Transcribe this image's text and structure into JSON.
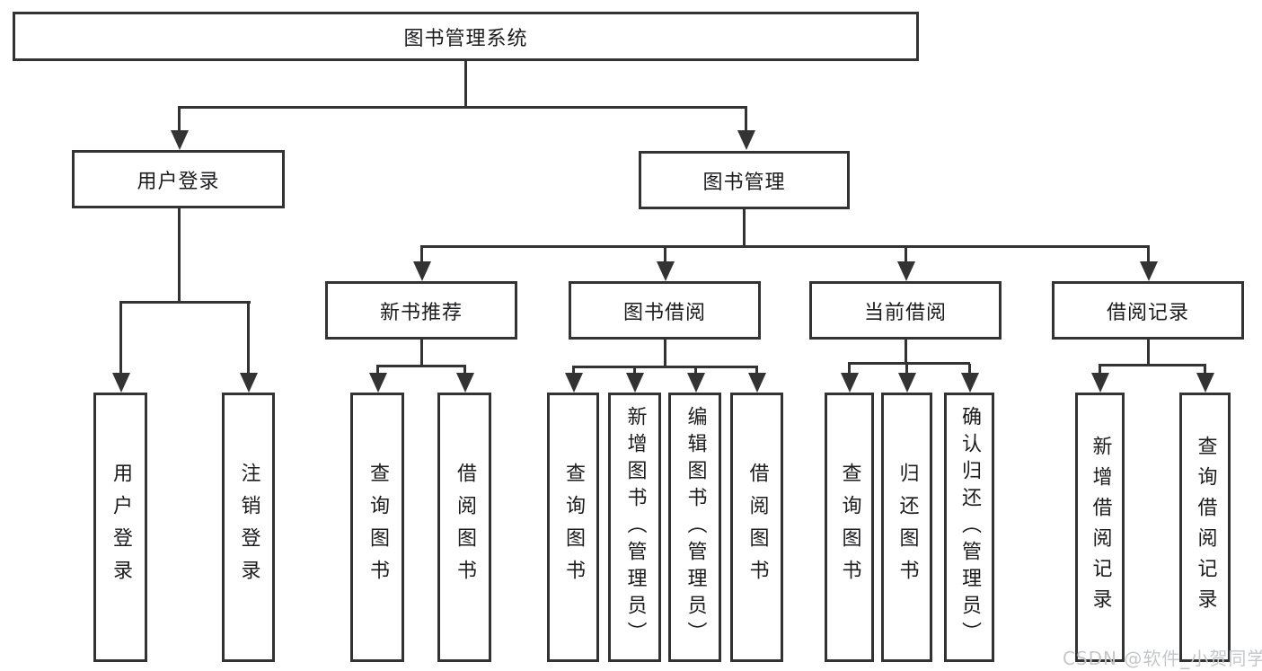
{
  "diagram": {
    "root": {
      "label": "图书管理系统"
    },
    "branches": [
      {
        "label": "用户登录",
        "children": [
          {
            "label": "用户登录"
          },
          {
            "label": "注销登录"
          }
        ]
      },
      {
        "label": "图书管理",
        "children": [
          {
            "label": "新书推荐",
            "children": [
              {
                "label": "查询图书"
              },
              {
                "label": "借阅图书"
              }
            ]
          },
          {
            "label": "图书借阅",
            "children": [
              {
                "label": "查询图书"
              },
              {
                "label": "新增图书（管理员）"
              },
              {
                "label": "编辑图书（管理员）"
              },
              {
                "label": "借阅图书"
              }
            ]
          },
          {
            "label": "当前借阅",
            "children": [
              {
                "label": "查询图书"
              },
              {
                "label": "归还图书"
              },
              {
                "label": "确认归还（管理员）"
              }
            ]
          },
          {
            "label": "借阅记录",
            "children": [
              {
                "label": "新增借阅记录"
              },
              {
                "label": "查询借阅记录"
              }
            ]
          }
        ]
      }
    ]
  },
  "watermark": {
    "text": "CSDN @软件_小贺同学"
  },
  "colors": {
    "line": "#333333",
    "text": "#1c1c1e",
    "watermark": "#c3c7cc",
    "background": "#ffffff"
  }
}
